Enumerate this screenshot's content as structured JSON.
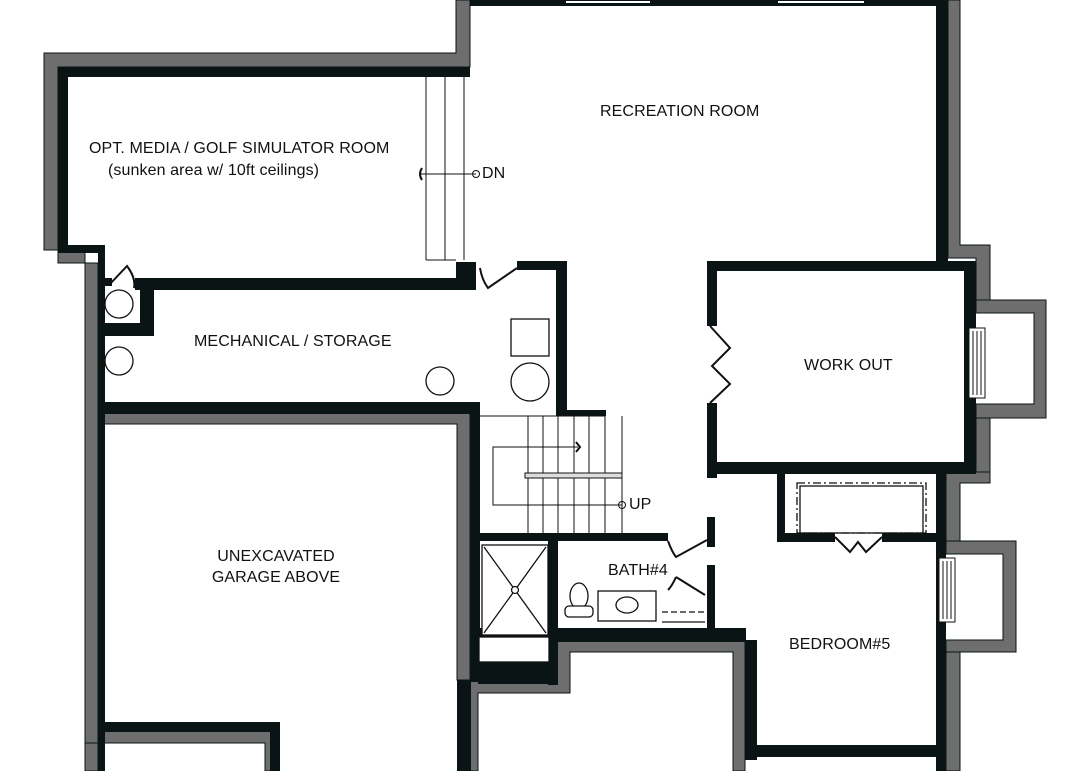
{
  "plan": {
    "colors": {
      "interior_wall": "#0a1414",
      "foundation_wall": "#6e6e6e",
      "floor": "#ffffff",
      "line": "#111111"
    },
    "rooms": {
      "media": {
        "label": "OPT. MEDIA / GOLF SIMULATOR ROOM",
        "sublabel": "(sunken area w/ 10ft ceilings)"
      },
      "recreation": {
        "label": "RECREATION ROOM"
      },
      "mechanical": {
        "label": "MECHANICAL / STORAGE"
      },
      "workout": {
        "label": "WORK OUT"
      },
      "garage": {
        "label_line1": "UNEXCAVATED",
        "label_line2": "GARAGE ABOVE"
      },
      "bath": {
        "label": "BATH#4"
      },
      "bedroom": {
        "label": "BEDROOM#5"
      }
    },
    "stairs": {
      "down_label": "DN",
      "up_label": "UP"
    }
  }
}
